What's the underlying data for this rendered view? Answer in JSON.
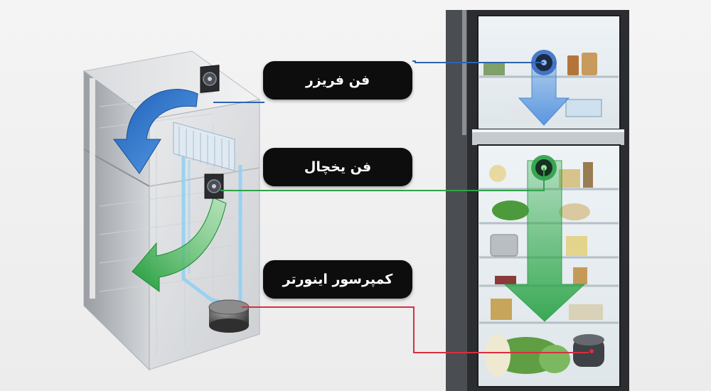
{
  "labels": {
    "freezer_fan": "فن فریزر",
    "fridge_fan": "فن یخچال",
    "compressor": "کمپرسور اینورتر"
  },
  "colors": {
    "freezer_line": "#2f63b0",
    "fridge_line": "#2fa34a",
    "compressor_line": "#d7303f",
    "label_bg": "#0d0d0d",
    "label_text": "#ffffff"
  },
  "icons": {
    "freezer_fan": "fan-icon",
    "fridge_fan": "fan-icon",
    "compressor": "compressor-icon"
  }
}
